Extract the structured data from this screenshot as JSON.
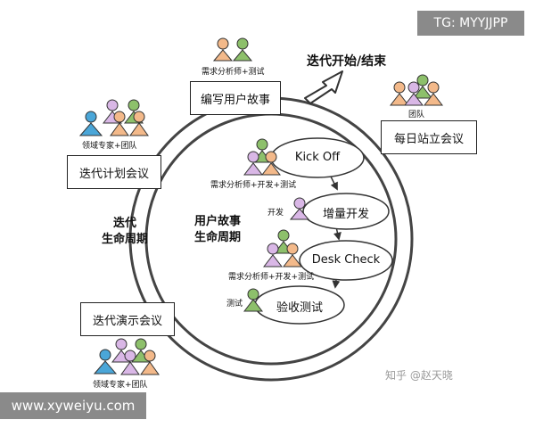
{
  "title": "迭代开始/结束",
  "left_circle_label_line1": "迭代",
  "left_circle_label_line2": "生命周期",
  "inner_label_line1": "用户故事",
  "inner_label_line2": "生命周期",
  "boxes": {
    "write_story": "编写用户故事",
    "daily_standup": "每日站立会议",
    "planning": "迭代计划会议",
    "demo": "迭代演示会议"
  },
  "captions": {
    "analyst_test_top": "需求分析师+测试",
    "team": "团队",
    "domain_expert_team_1": "领域专家+团队",
    "domain_expert_team_2": "领域专家+团队",
    "analyst_dev_test_1": "需求分析师+开发+测试",
    "analyst_dev_test_2": "需求分析师+开发+测试",
    "dev": "开发",
    "test": "测试"
  },
  "ovals": {
    "kickoff": "Kick Off",
    "develop": "增量开发",
    "desk_check": "Desk Check",
    "acceptance": "验收测试"
  },
  "watermarks": {
    "top": "TG: MYYJJPP",
    "bottom": "www.xyweiyu.com",
    "zhihu": "知乎 @赵天晓"
  },
  "colors": {
    "green": "#8dc06b",
    "orange": "#f3b98a",
    "purple": "#d9b7e6",
    "blue": "#4aa6d8",
    "outline": "#333333"
  }
}
